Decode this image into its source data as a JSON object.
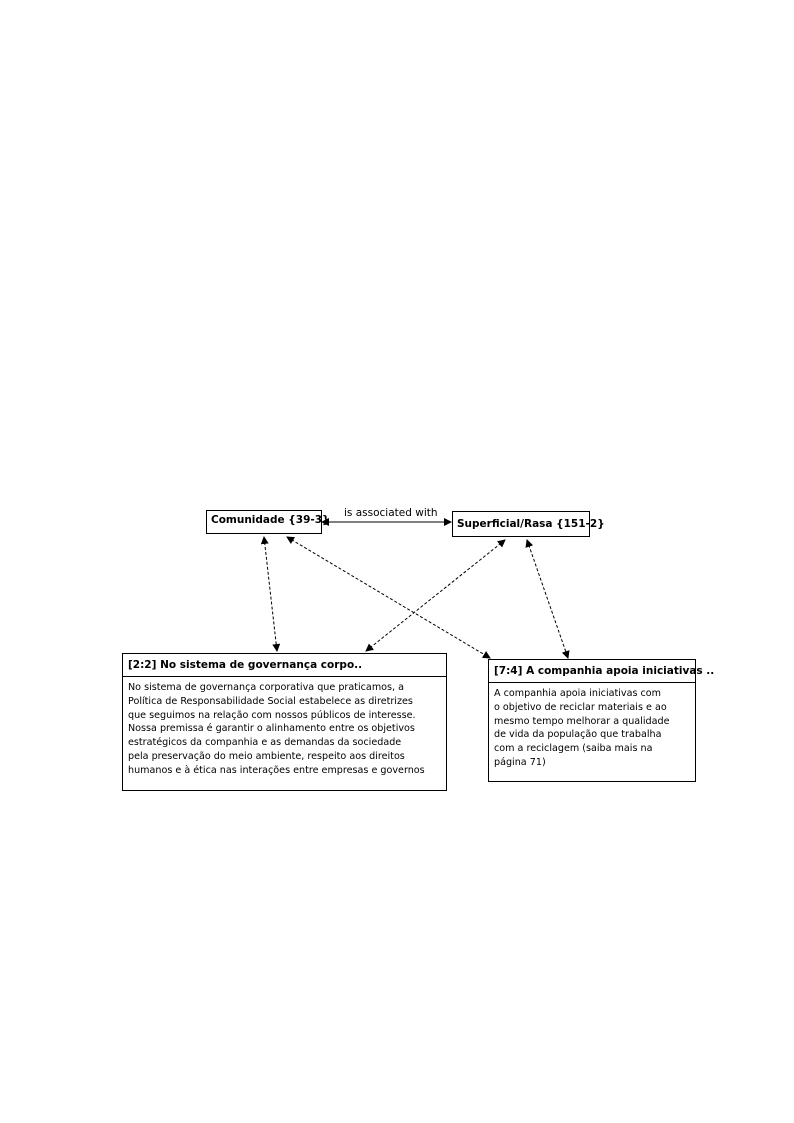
{
  "codes": {
    "comunidade": "Comunidade {39-3}",
    "superficial": "Superficial/Rasa {151-2}"
  },
  "relation": {
    "label": "is associated with"
  },
  "quotes": {
    "q1": {
      "title": "[2:2] No sistema de governança corpo..",
      "lines": [
        "No sistema de governança corporativa que praticamos, a",
        "Política de Responsabilidade Social estabelece as diretrizes",
        "que seguimos na relação com nossos públicos de interesse.",
        "Nossa premissa é garantir o alinhamento entre os objetivos",
        "estratégicos da companhia e as demandas da sociedade",
        "pela preservação do meio ambiente, respeito aos direitos",
        "humanos e à ética nas interações entre empresas e governos"
      ]
    },
    "q2": {
      "title": "[7:4] A companhia apoia iniciativas ..",
      "lines": [
        "A companhia apoia iniciativas com",
        "o objetivo de reciclar materiais e ao",
        "mesmo tempo melhorar a qualidade",
        "de vida da população que trabalha",
        "com a reciclagem (saiba mais na",
        "página 71)"
      ]
    }
  }
}
